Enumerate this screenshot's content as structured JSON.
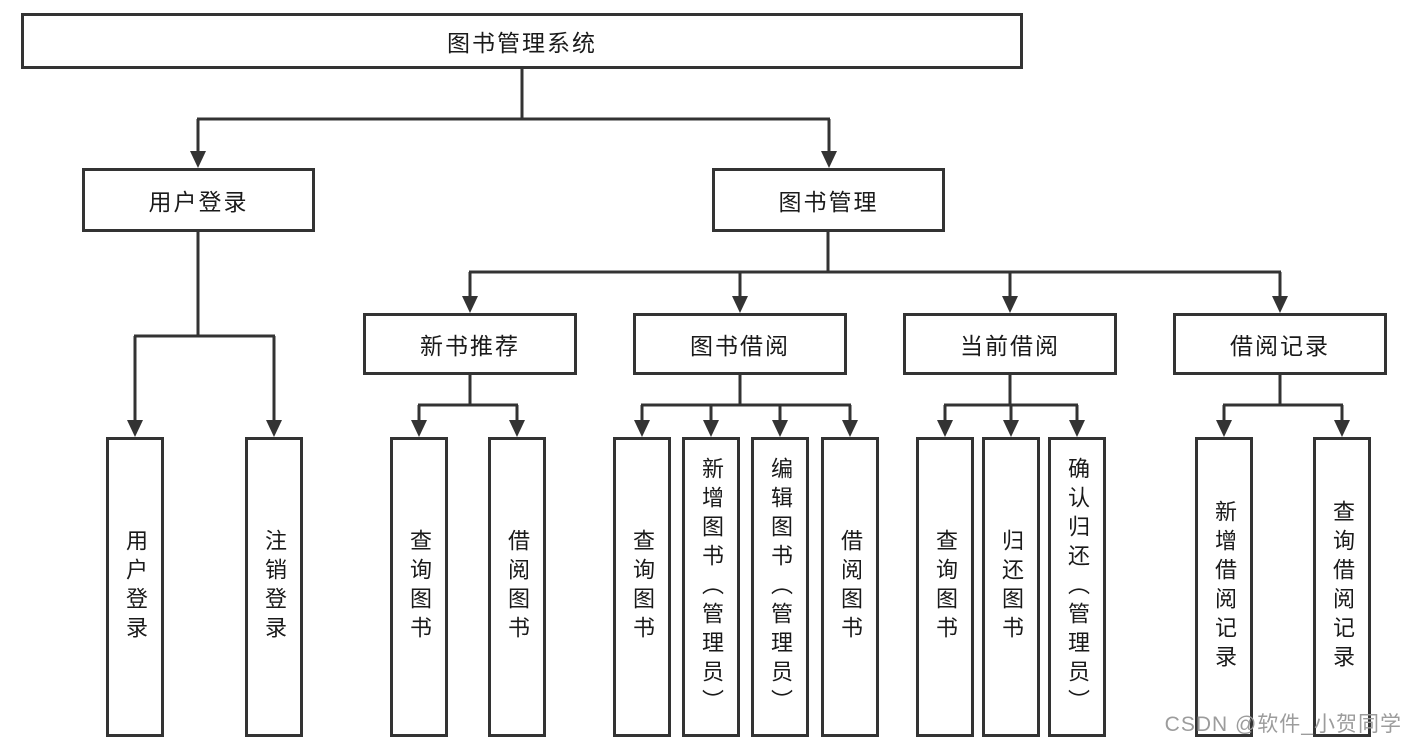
{
  "tree": {
    "label": "图书管理系统",
    "children": [
      {
        "label": "用户登录",
        "children": [
          {
            "label": "用户登录"
          },
          {
            "label": "注销登录"
          }
        ]
      },
      {
        "label": "图书管理",
        "children": [
          {
            "label": "新书推荐",
            "children": [
              {
                "label": "查询图书"
              },
              {
                "label": "借阅图书"
              }
            ]
          },
          {
            "label": "图书借阅",
            "children": [
              {
                "label": "查询图书"
              },
              {
                "label": "新增图书（管理员）"
              },
              {
                "label": "编辑图书（管理员）"
              },
              {
                "label": "借阅图书"
              }
            ]
          },
          {
            "label": "当前借阅",
            "children": [
              {
                "label": "查询图书"
              },
              {
                "label": "归还图书"
              },
              {
                "label": "确认归还（管理员）"
              }
            ]
          },
          {
            "label": "借阅记录",
            "children": [
              {
                "label": "新增借阅记录"
              },
              {
                "label": "查询借阅记录"
              }
            ]
          }
        ]
      }
    ]
  },
  "watermark": {
    "text": "CSDN @软件_小贺同学"
  },
  "colors": {
    "line": "#333333",
    "box_border": "#333333",
    "box_fill": "#ffffff",
    "text": "#1a1a1a",
    "watermark": "#9c9c9c",
    "background": "#ffffff"
  }
}
